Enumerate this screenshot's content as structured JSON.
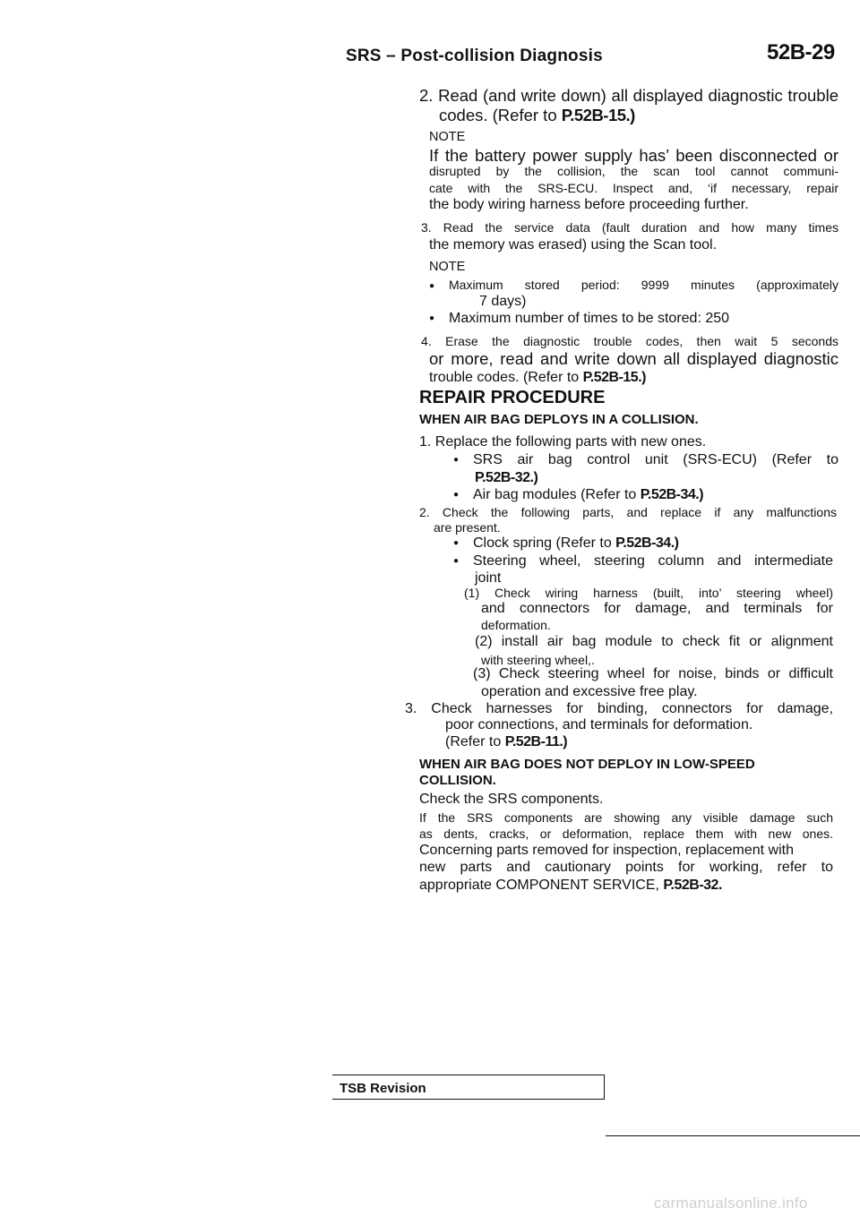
{
  "header": {
    "title": "SRS – Post-collision Diagnosis",
    "page_number": "52B-29"
  },
  "step2": {
    "line1": "2. Read (and write down) all displayed diagnostic trouble",
    "line2": "codes. (Refer to",
    "ref": "P.52B-15.)",
    "note_label": "NOTE",
    "note_lines": [
      "If the battery power supply has’ been disconnected or",
      "disrupted by the collision, the scan tool cannot communi-",
      "cate with the SRS-ECU. Inspect and, ‘if necessary, repair",
      "the body wiring harness before proceeding further."
    ]
  },
  "step3": {
    "line1": "3. Read the service data (fault duration and how many times",
    "line2": "the memory was erased) using the Scan tool.",
    "note_label": "NOTE",
    "bullet1_a": "Maximum stored period: 9999 minutes (approximately",
    "bullet1_b": "7 days)",
    "bullet2": "Maximum number of times to be stored: 250"
  },
  "step4": {
    "line1": "4. Erase the diagnostic trouble codes, then wait 5 seconds",
    "line2": "or more, read and write down all displayed diagnostic",
    "line3": "trouble codes. (Refer to",
    "ref": "P.52B-15.)"
  },
  "repair": {
    "heading": "REPAIR PROCEDURE",
    "deploys_heading": "WHEN AIR BAG DEPLOYS IN A COLLISION.",
    "item1": "1. Replace the following parts with new ones.",
    "item1_b1a": "SRS air bag control unit (SRS-ECU) (Refer to",
    "item1_b1b": "P.52B-32.)",
    "item1_b2": "Air bag modules (Refer to",
    "item1_b2_ref": "P.52B-34.)",
    "item2_a": "2. Check the following parts, and replace if any malfunctions",
    "item2_b": "are present.",
    "item2_b1": "Clock spring (Refer to",
    "item2_b1_ref": "P.52B-34.)",
    "item2_b2a": "Steering wheel, steering column and intermediate",
    "item2_b2b": "joint",
    "sub1_a": "(1) Check wiring harness (built, into’ steering wheel)",
    "sub1_b": "and connectors for damage, and terminals for",
    "sub1_c": "deformation.",
    "sub2_a": "(2) install air bag module to check fit or alignment",
    "sub2_b": "with steering wheel,.",
    "sub3_a": "(3) Check steering wheel for noise, binds or difficult",
    "sub3_b": "operation and excessive free play.",
    "item3_a": "3. Check harnesses for binding, connectors for damage,",
    "item3_b": "poor connections, and terminals for deformation.",
    "item3_c": "(Refer to",
    "item3_ref": "P.52B-11.)",
    "nodeploy_a": "WHEN AIR BAG DOES NOT DEPLOY IN LOW-SPEED",
    "nodeploy_b": "COLLISION.",
    "check_srs": "Check the SRS components.",
    "visible_a": "If the SRS components are showing any visible damage such",
    "visible_b": "as dents, cracks, or deformation, replace them with new ones.",
    "concern_a": "Concerning parts removed for inspection, replacement with",
    "concern_b": "new parts and cautionary points for working, refer to",
    "concern_c": "appropriate COMPONENT SERVICE,",
    "concern_ref": "P.52B-32."
  },
  "footer": {
    "tsb_label": "TSB Revision",
    "watermark": "carmanualsonline.info"
  }
}
